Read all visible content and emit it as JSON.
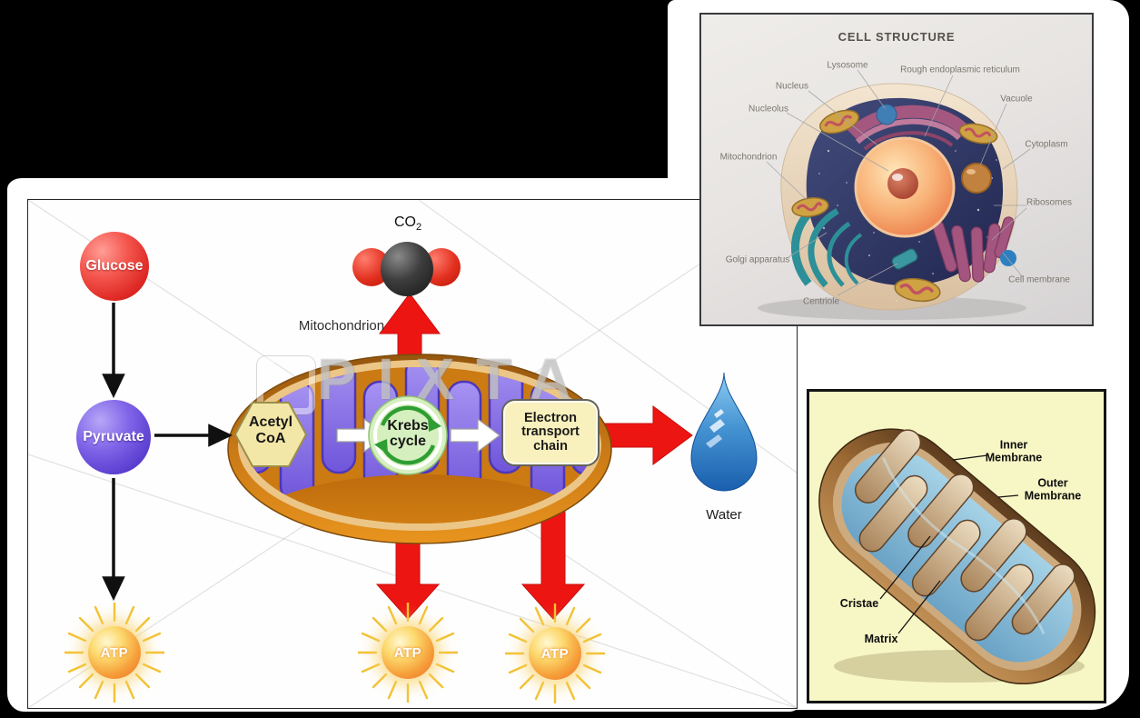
{
  "respiration_diagram": {
    "glucose_label": "Glucose",
    "pyruvate_label": "Pyruvate",
    "acetyl_coa_label": "Acetyl\nCoA",
    "krebs_label": "Krebs\ncycle",
    "etc_label": "Electron\ntransport\nchain",
    "mitochondrion_label": "Mitochondrion",
    "co2_main": "CO",
    "co2_subscript": "2",
    "water_label": "Water",
    "atp_label": "ATP",
    "watermark_text": "PIXTA"
  },
  "cell_structure_panel": {
    "title": "CELL STRUCTURE",
    "labels": [
      {
        "text": "Lysosome"
      },
      {
        "text": "Rough endoplasmic reticulum"
      },
      {
        "text": "Nucleus"
      },
      {
        "text": "Nucleolus"
      },
      {
        "text": "Vacuole"
      },
      {
        "text": "Mitochondrion"
      },
      {
        "text": "Cytoplasm"
      },
      {
        "text": "Ribosomes"
      },
      {
        "text": "Golgi apparatus"
      },
      {
        "text": "Centriole"
      },
      {
        "text": "Cell membrane"
      }
    ]
  },
  "mitochondrion_panel": {
    "labels": [
      {
        "text": "Inner\nMembrane"
      },
      {
        "text": "Outer\nMembrane"
      },
      {
        "text": "Cristae"
      },
      {
        "text": "Matrix"
      }
    ]
  },
  "colors": {
    "background": "#000000",
    "glucose_red": "#e43a34",
    "pyruvate_purple": "#6f54d9",
    "arrow_red": "#ed1512",
    "mito_orange": "#cc7a12",
    "cristae_purple": "#8a76e8",
    "acetyl_yellow": "#f3e7a8",
    "krebs_green": "#d6efbf",
    "etc_cream": "#f8f0bd",
    "water_blue": "#2f7fc4",
    "atp_orange": "#f6a03a",
    "cell_panel_bg": "#e7e4e2",
    "cell_interior_navy": "#2d3560",
    "nucleus_orange": "#f29a67",
    "anatomy_panel_bg": "#f7f6c5",
    "anatomy_brown": "#9c6a34",
    "anatomy_matrix_blue": "#8fc3dc"
  }
}
